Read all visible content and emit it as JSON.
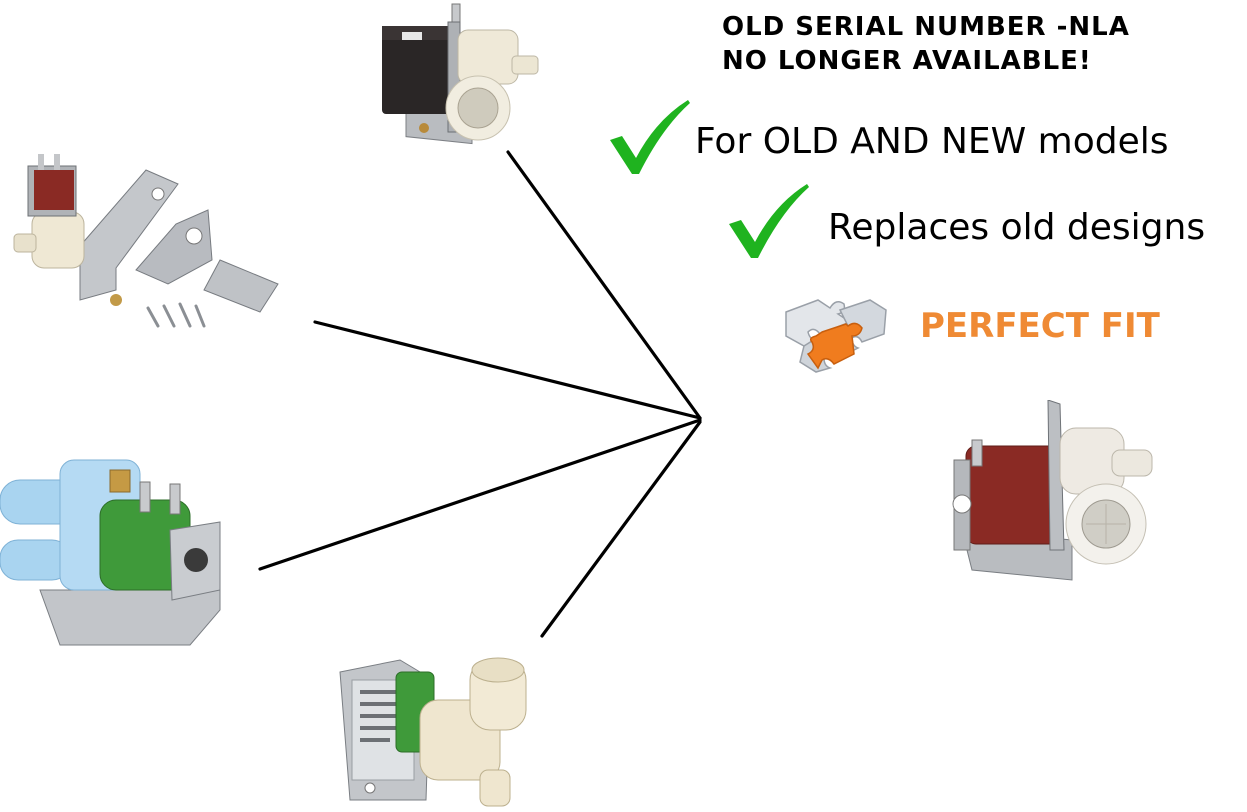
{
  "notice": {
    "line1": "OLD SERIAL NUMBER -NLA",
    "line2": "NO LONGER AVAILABLE!"
  },
  "claims": [
    {
      "icon": "check-icon",
      "text": "For OLD AND NEW models"
    },
    {
      "icon": "check-icon",
      "text": "Replaces old designs"
    }
  ],
  "fit": {
    "icon": "puzzle-icon",
    "text": "PERFECT FIT"
  },
  "colors": {
    "check": "#1fb31f",
    "perfect_fit": "#ef8a34",
    "puzzle_orange": "#f07c1e",
    "puzzle_gray": "#d9dde2",
    "coil_red": "#8a2a24",
    "coil_black": "#2a2626",
    "coil_green": "#3f9a3a",
    "valve_blue": "#a9d4f0",
    "valve_cream": "#efe9d8",
    "metal": "#b9bcc0"
  },
  "products": [
    {
      "name": "old-valve-black-coil"
    },
    {
      "name": "old-valve-with-brackets-kit"
    },
    {
      "name": "old-valve-blue-dual-inlet"
    },
    {
      "name": "old-valve-green-cream-body"
    },
    {
      "name": "new-replacement-valve-red-coil"
    }
  ]
}
